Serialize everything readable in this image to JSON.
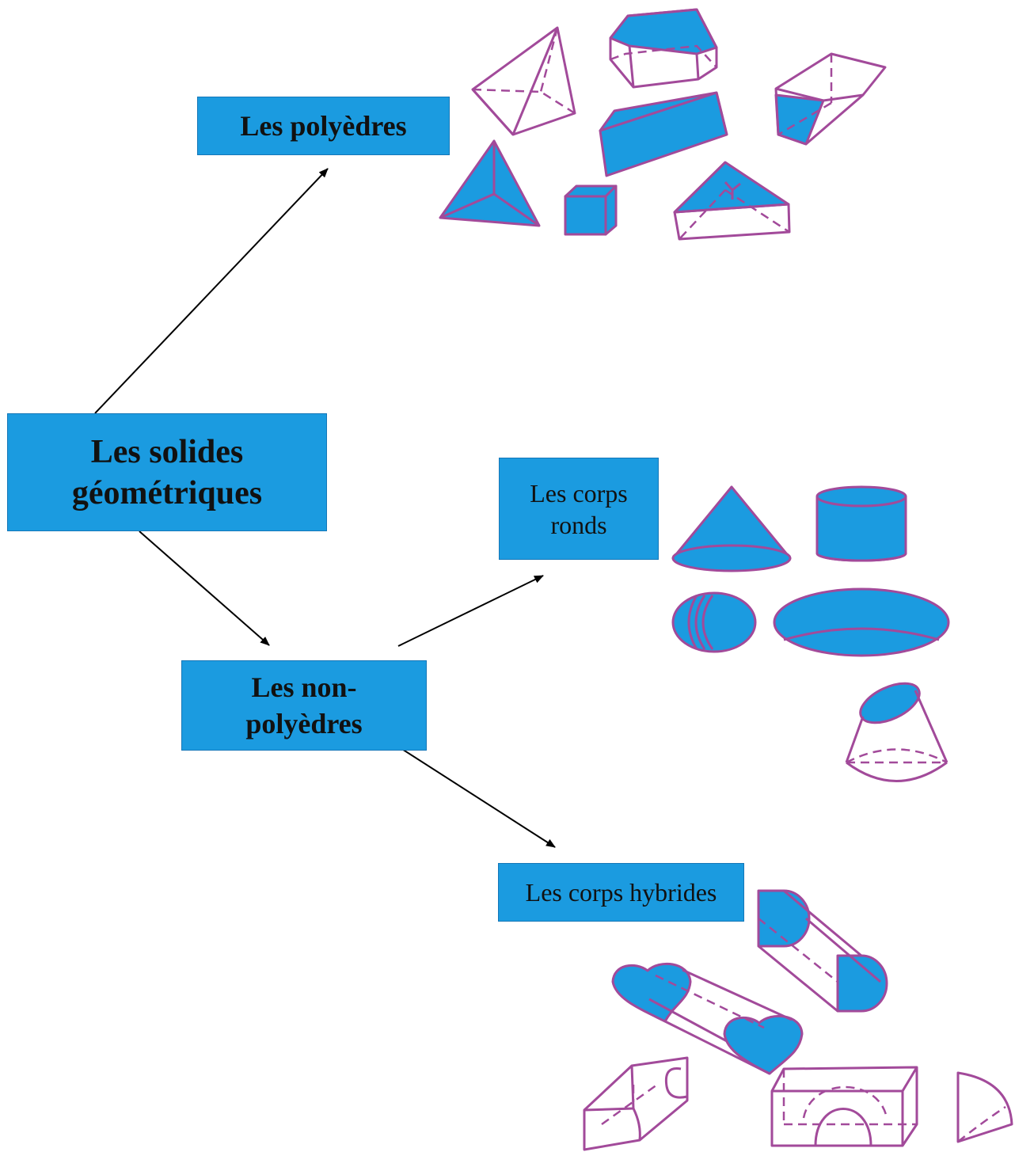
{
  "diagram": {
    "root_label": "Les solides\ngéométriques",
    "polyhedra_label": "Les polyèdres",
    "non_polyhedra_label": "Les non-\npolyèdres",
    "round_bodies_label": "Les corps\nronds",
    "hybrid_bodies_label": "Les corps hybrides"
  },
  "colors": {
    "box_fill": "#1b9be0",
    "shape_fill": "#1b9be0",
    "shape_outline": "#a24a9a",
    "arrow": "#000000"
  },
  "icons": [
    "pyramid-icon",
    "hexagonal-prism-icon",
    "truncated-pyramid-icon",
    "rectangular-prism-icon",
    "tetrahedron-icon",
    "cube-icon",
    "triangular-prism-icon",
    "cone-icon",
    "cylinder-icon",
    "ellipsoid-icon",
    "flat-ellipsoid-icon",
    "truncated-cone-icon",
    "half-cylinder-prism-icon",
    "heart-prism-icon",
    "notched-block-icon",
    "arch-block-icon",
    "quarter-sphere-icon"
  ]
}
